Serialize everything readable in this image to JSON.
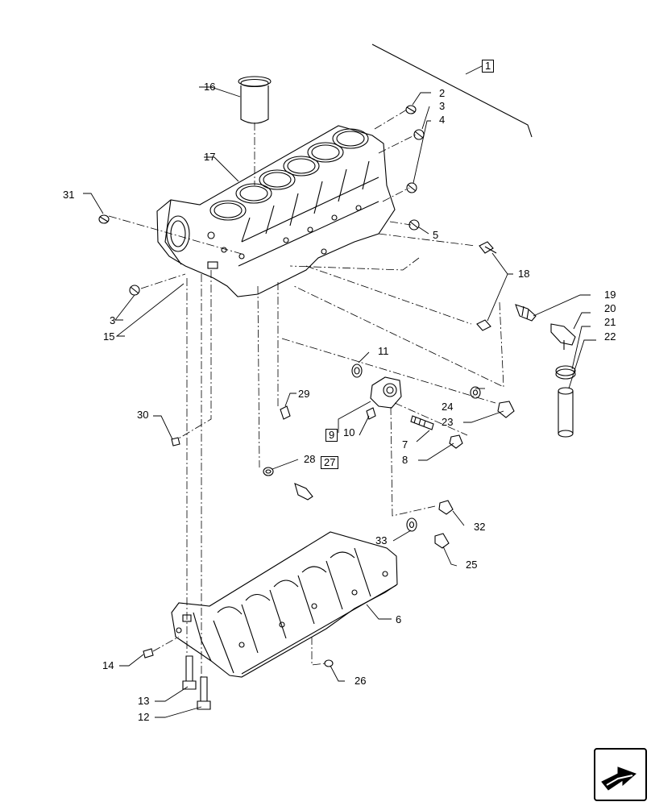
{
  "callouts": {
    "c1": "1",
    "c2": "2",
    "c3a": "3",
    "c4": "4",
    "c5": "5",
    "c16": "16",
    "c17": "17",
    "c31": "31",
    "c3b": "3",
    "c15": "15",
    "c18": "18",
    "c19": "19",
    "c20": "20",
    "c21": "21",
    "c22": "22",
    "c11": "11",
    "c29": "29",
    "c24": "24",
    "c23": "23",
    "c9": "9",
    "c10": "10",
    "c7": "7",
    "c8": "8",
    "c30": "30",
    "c28": "28",
    "c27": "27",
    "c32": "32",
    "c33": "33",
    "c25": "25",
    "c6": "6",
    "c14": "14",
    "c26": "26",
    "c13": "13",
    "c12": "12"
  },
  "nav_button": {
    "icon": "next-page-arrow-icon"
  }
}
